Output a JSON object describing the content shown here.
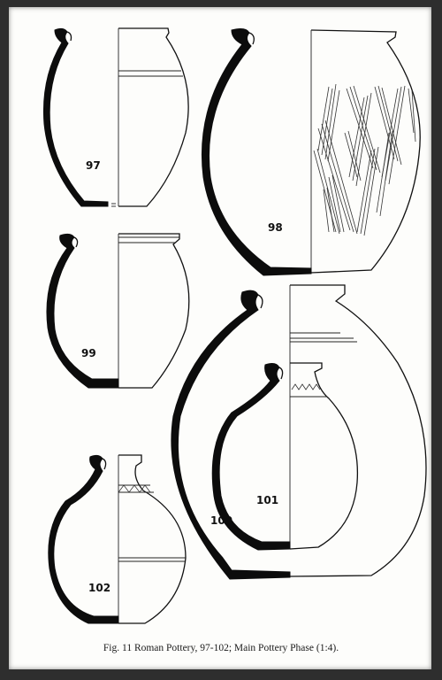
{
  "figure": {
    "caption": "Fig. 11 Roman Pottery, 97-102; Main Pottery Phase (1:4).",
    "vessel_labels": {
      "v97": "97",
      "v98": "98",
      "v99": "99",
      "v100": "100",
      "v101": "101",
      "v102": "102"
    }
  }
}
